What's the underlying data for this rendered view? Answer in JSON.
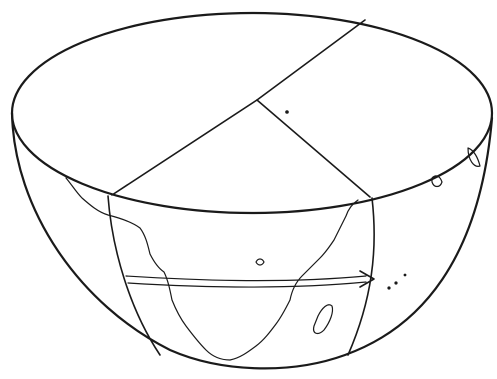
{
  "figure": {
    "kind": "cutaway hemisphere of Earth",
    "visible_text": []
  },
  "regions": [
    "top-cut-face",
    "hemisphere-shell",
    "cut-plane-segments",
    "africa-coastline",
    "madagascar",
    "equator-arrow",
    "small-islands"
  ],
  "colors": {
    "ink": "#1a1a1a",
    "paper": "#ffffff"
  }
}
